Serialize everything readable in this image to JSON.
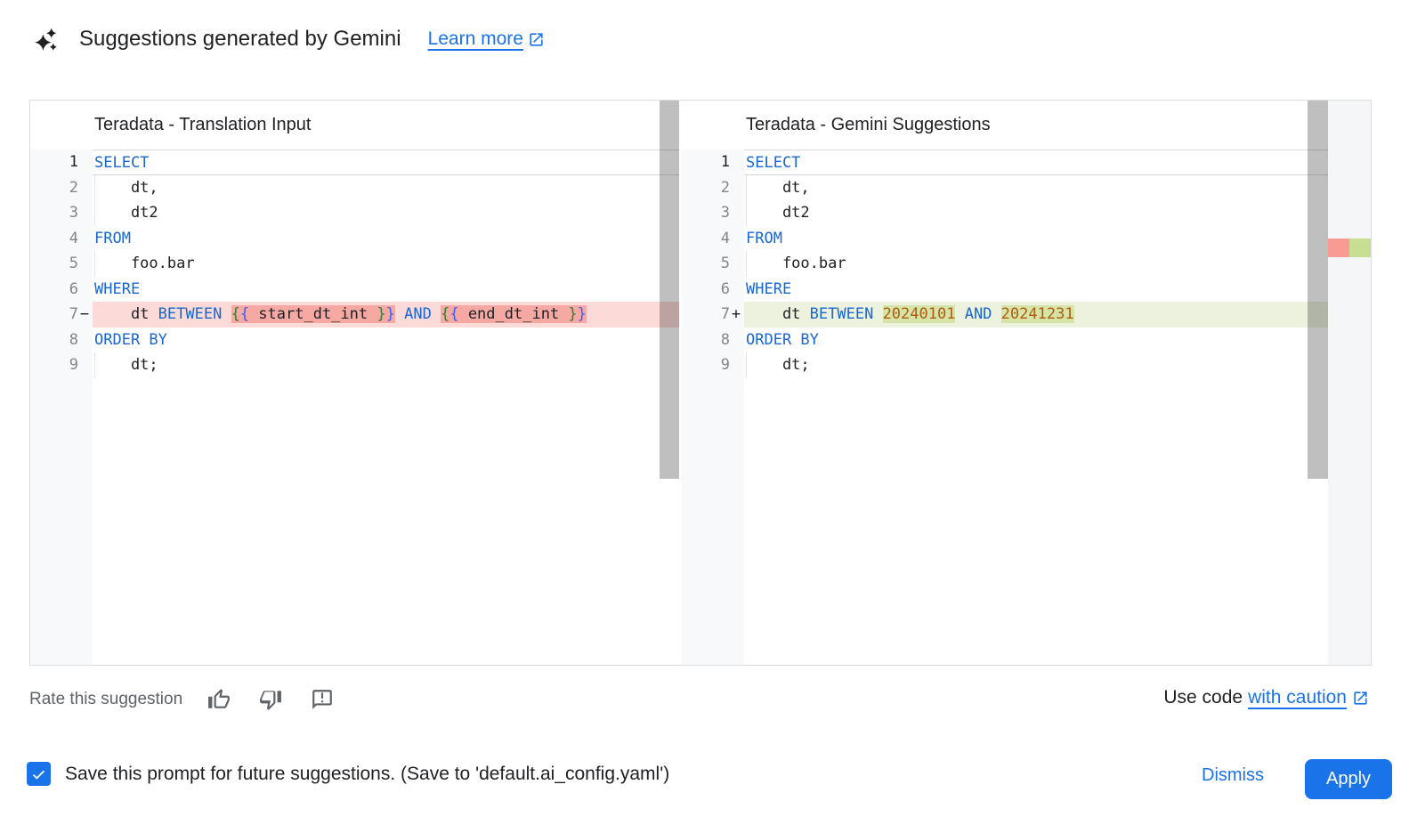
{
  "header": {
    "title": "Suggestions generated by Gemini",
    "learn_more_label": "Learn more"
  },
  "panes": {
    "left": {
      "title": "Teradata - Translation Input",
      "lines": [
        {
          "num": "1",
          "sign": "",
          "type": "",
          "current": true,
          "ind": false,
          "tokens": [
            {
              "t": "SELECT",
              "c": "kw"
            }
          ]
        },
        {
          "num": "2",
          "sign": "",
          "type": "",
          "current": false,
          "ind": true,
          "tokens": [
            {
              "t": "    dt,",
              "c": "pl"
            }
          ]
        },
        {
          "num": "3",
          "sign": "",
          "type": "",
          "current": false,
          "ind": true,
          "tokens": [
            {
              "t": "    dt2",
              "c": "pl"
            }
          ]
        },
        {
          "num": "4",
          "sign": "",
          "type": "",
          "current": false,
          "ind": false,
          "tokens": [
            {
              "t": "FROM",
              "c": "kw"
            }
          ]
        },
        {
          "num": "5",
          "sign": "",
          "type": "",
          "current": false,
          "ind": true,
          "tokens": [
            {
              "t": "    foo.bar",
              "c": "pl"
            }
          ]
        },
        {
          "num": "6",
          "sign": "",
          "type": "",
          "current": false,
          "ind": false,
          "tokens": [
            {
              "t": "WHERE",
              "c": "kw"
            }
          ]
        },
        {
          "num": "7",
          "sign": "−",
          "type": "removed",
          "current": false,
          "ind": false,
          "tokens": [
            {
              "t": "    dt ",
              "c": "pl"
            },
            {
              "t": "BETWEEN",
              "c": "kw"
            },
            {
              "t": " ",
              "c": "pl"
            },
            {
              "t": "{",
              "c": "bg",
              "hl": true
            },
            {
              "t": "{",
              "c": "bb",
              "hl": true
            },
            {
              "t": " start_dt_int ",
              "c": "pl",
              "hl": true
            },
            {
              "t": "}",
              "c": "bg",
              "hl": true
            },
            {
              "t": "}",
              "c": "bb",
              "hl": true
            },
            {
              "t": " ",
              "c": "pl"
            },
            {
              "t": "AND",
              "c": "kw"
            },
            {
              "t": " ",
              "c": "pl"
            },
            {
              "t": "{",
              "c": "bg",
              "hl": true
            },
            {
              "t": "{",
              "c": "bb",
              "hl": true
            },
            {
              "t": " end_dt_int ",
              "c": "pl",
              "hl": true
            },
            {
              "t": "}",
              "c": "bg",
              "hl": true
            },
            {
              "t": "}",
              "c": "bb",
              "hl": true
            }
          ]
        },
        {
          "num": "8",
          "sign": "",
          "type": "",
          "current": false,
          "ind": false,
          "tokens": [
            {
              "t": "ORDER BY",
              "c": "kw"
            }
          ]
        },
        {
          "num": "9",
          "sign": "",
          "type": "",
          "current": false,
          "ind": true,
          "tokens": [
            {
              "t": "    dt;",
              "c": "pl"
            }
          ]
        }
      ]
    },
    "right": {
      "title": "Teradata - Gemini Suggestions",
      "lines": [
        {
          "num": "1",
          "sign": "",
          "type": "",
          "current": true,
          "ind": false,
          "tokens": [
            {
              "t": "SELECT",
              "c": "kw"
            }
          ]
        },
        {
          "num": "2",
          "sign": "",
          "type": "",
          "current": false,
          "ind": true,
          "tokens": [
            {
              "t": "    dt,",
              "c": "pl"
            }
          ]
        },
        {
          "num": "3",
          "sign": "",
          "type": "",
          "current": false,
          "ind": true,
          "tokens": [
            {
              "t": "    dt2",
              "c": "pl"
            }
          ]
        },
        {
          "num": "4",
          "sign": "",
          "type": "",
          "current": false,
          "ind": false,
          "tokens": [
            {
              "t": "FROM",
              "c": "kw"
            }
          ]
        },
        {
          "num": "5",
          "sign": "",
          "type": "",
          "current": false,
          "ind": true,
          "tokens": [
            {
              "t": "    foo.bar",
              "c": "pl"
            }
          ]
        },
        {
          "num": "6",
          "sign": "",
          "type": "",
          "current": false,
          "ind": false,
          "tokens": [
            {
              "t": "WHERE",
              "c": "kw"
            }
          ]
        },
        {
          "num": "7",
          "sign": "+",
          "type": "added",
          "current": false,
          "ind": false,
          "tokens": [
            {
              "t": "    dt ",
              "c": "pl"
            },
            {
              "t": "BETWEEN",
              "c": "kw"
            },
            {
              "t": " ",
              "c": "pl"
            },
            {
              "t": "20240101",
              "c": "num",
              "hl": true
            },
            {
              "t": " ",
              "c": "pl"
            },
            {
              "t": "AND",
              "c": "kw"
            },
            {
              "t": " ",
              "c": "pl"
            },
            {
              "t": "20241231",
              "c": "num",
              "hl": true
            }
          ]
        },
        {
          "num": "8",
          "sign": "",
          "type": "",
          "current": false,
          "ind": false,
          "tokens": [
            {
              "t": "ORDER BY",
              "c": "kw"
            }
          ]
        },
        {
          "num": "9",
          "sign": "",
          "type": "",
          "current": false,
          "ind": true,
          "tokens": [
            {
              "t": "    dt;",
              "c": "pl"
            }
          ]
        }
      ]
    }
  },
  "rate": {
    "label": "Rate this suggestion"
  },
  "use_code": {
    "prefix": "Use code",
    "link": "with caution"
  },
  "bottom": {
    "save_label": "Save this prompt for future suggestions. (Save to 'default.ai_config.yaml')",
    "checkbox_checked": true,
    "dismiss_label": "Dismiss",
    "apply_label": "Apply"
  },
  "colors": {
    "accent_blue": "#1a73e8",
    "keyword": "#1967d2",
    "number_literal": "#b05c10",
    "brace_green": "#2e7d32",
    "brace_blue": "#3d5afe",
    "removed_line_bg": "#fbdad7",
    "removed_char_bg": "#f6a9a3",
    "added_line_bg": "#edf2df",
    "added_char_bg": "#d6e4a8",
    "gutter_bg": "#f8f9fa",
    "line_number": "#80868b"
  }
}
